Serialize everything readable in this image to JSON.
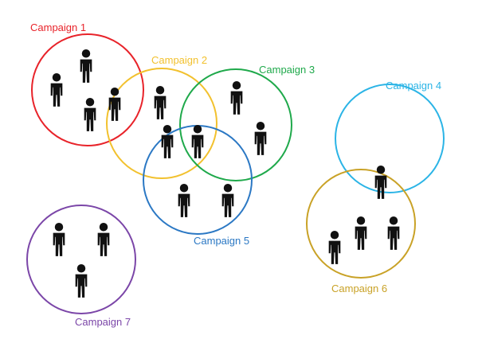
{
  "campaigns": [
    {
      "id": "c1",
      "label": "Campaign 1",
      "color": "#e8232a"
    },
    {
      "id": "c2",
      "label": "Campaign 2",
      "color": "#f2c12e"
    },
    {
      "id": "c3",
      "label": "Campaign 3",
      "color": "#1fa94b"
    },
    {
      "id": "c4",
      "label": "Campaign 4",
      "color": "#2bb4e6"
    },
    {
      "id": "c5",
      "label": "Campaign 5",
      "color": "#2b78c4"
    },
    {
      "id": "c6",
      "label": "Campaign 6",
      "color": "#c9a227"
    },
    {
      "id": "c7",
      "label": "Campaign 7",
      "color": "#7b46a8"
    }
  ],
  "icons": {
    "person": "person-icon"
  },
  "colors": {
    "person": "#111111",
    "background": "#ffffff"
  }
}
